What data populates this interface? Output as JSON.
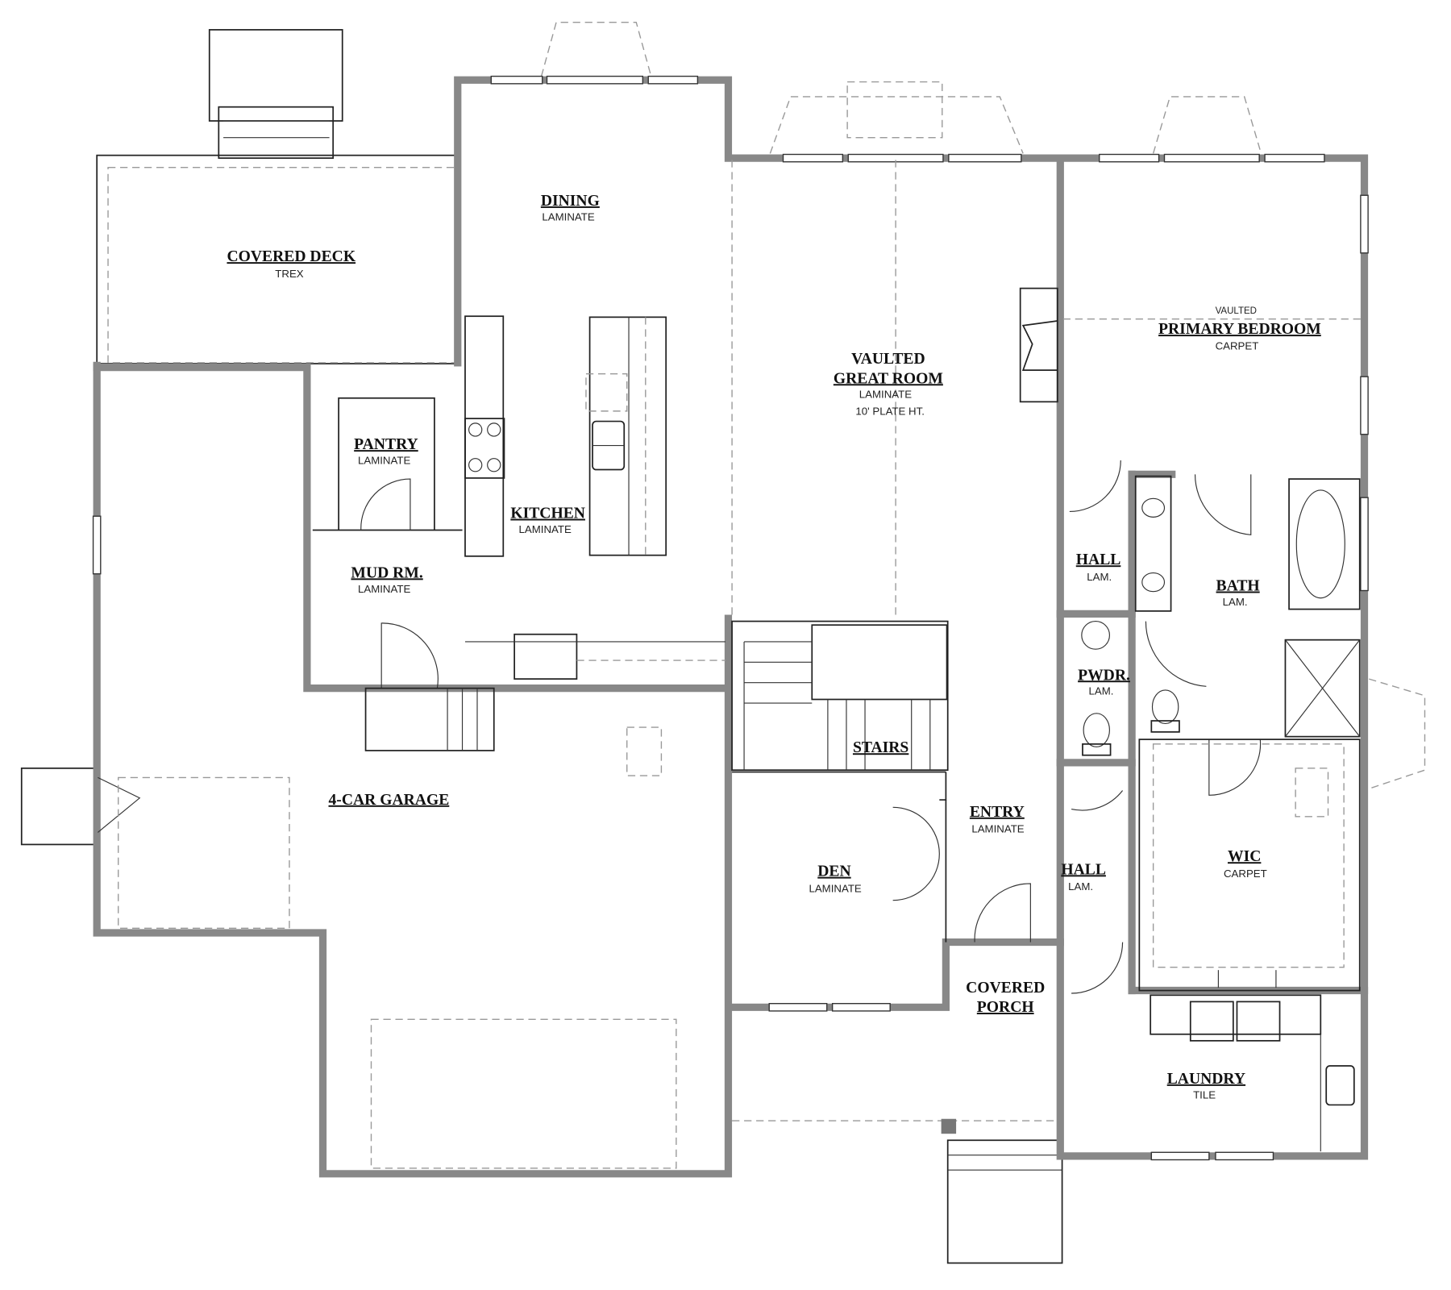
{
  "title": "Main Floor Plan",
  "rooms": {
    "covered_deck": {
      "name": "COVERED DECK",
      "floor": "TREX"
    },
    "dining": {
      "name": "DINING",
      "floor": "LAMINATE"
    },
    "great_room": {
      "prefix": "VAULTED",
      "name": "GREAT ROOM",
      "floor": "LAMINATE",
      "note": "10' PLATE HT."
    },
    "primary_bedroom": {
      "prefix": "VAULTED",
      "name": "PRIMARY BEDROOM",
      "floor": "CARPET"
    },
    "pantry": {
      "name": "PANTRY",
      "floor": "LAMINATE"
    },
    "kitchen": {
      "name": "KITCHEN",
      "floor": "LAMINATE"
    },
    "mud_room": {
      "name": "MUD RM.",
      "floor": "LAMINATE"
    },
    "hall_upper": {
      "name": "HALL",
      "floor": "LAM."
    },
    "bath": {
      "name": "BATH",
      "floor": "LAM."
    },
    "powder": {
      "name": "PWDR.",
      "floor": "LAM."
    },
    "stairs": {
      "name": "STAIRS"
    },
    "garage": {
      "name": "4-CAR GARAGE"
    },
    "entry": {
      "name": "ENTRY",
      "floor": "LAMINATE"
    },
    "wic": {
      "name": "WIC",
      "floor": "CARPET"
    },
    "hall_lower": {
      "name": "HALL",
      "floor": "LAM."
    },
    "den": {
      "name": "DEN",
      "floor": "LAMINATE"
    },
    "covered_porch": {
      "name_line1": "COVERED",
      "name_line2": "PORCH"
    },
    "laundry": {
      "name": "LAUNDRY",
      "floor": "TILE"
    }
  },
  "colors": {
    "wall": "#888888",
    "line": "#222222",
    "dashed": "#999999"
  }
}
